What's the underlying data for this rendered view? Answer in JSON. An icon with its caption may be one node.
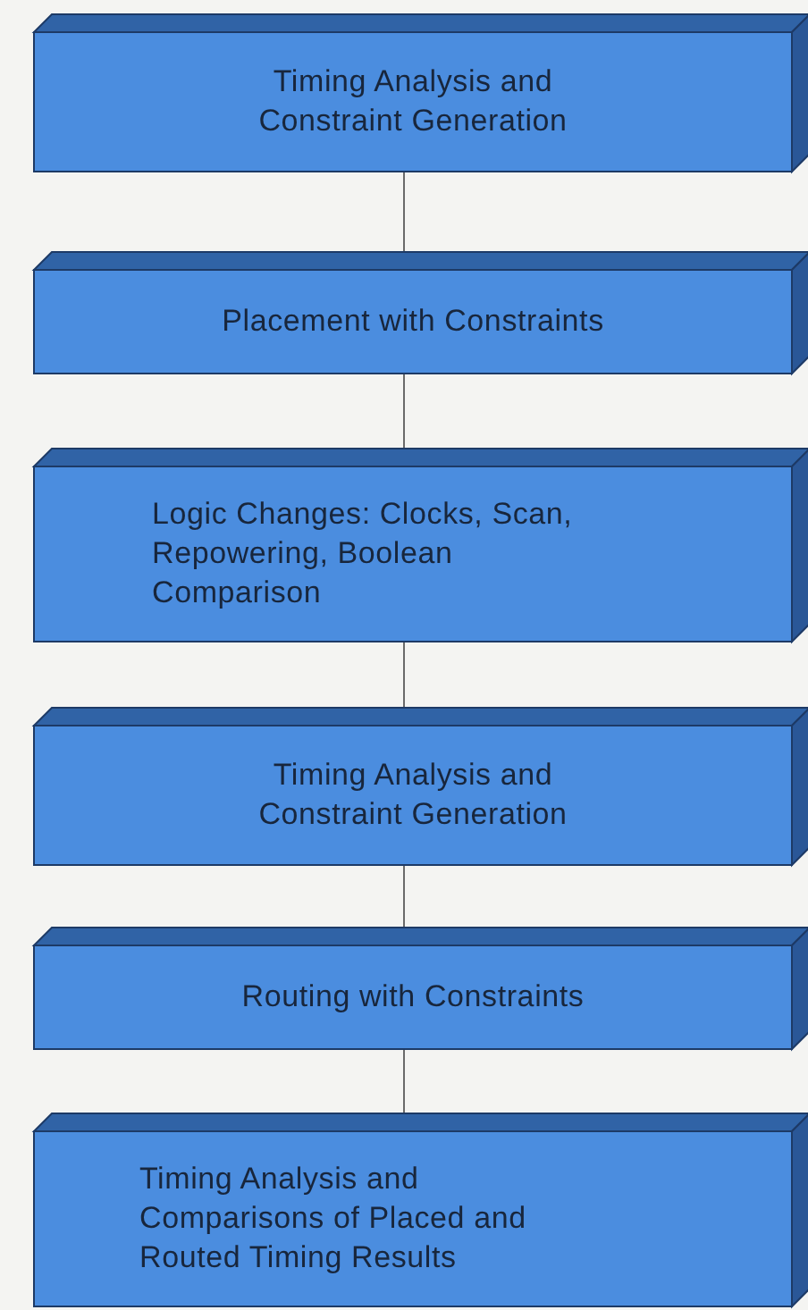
{
  "diagram": {
    "nodes": [
      {
        "text": [
          "Timing Analysis and Constraint Generation"
        ]
      },
      {
        "text": [
          "Placement with Constraints"
        ]
      },
      {
        "text": [
          "Logic Changes: Clocks, Scan, Repowering, Boolean Comparison"
        ]
      },
      {
        "text": [
          "Timing Analysis and Constraint Generation"
        ]
      },
      {
        "text": [
          "Routing with Constraints"
        ]
      },
      {
        "text": [
          "Timing Analysis and Comparisons of Placed and Routed Timing Results"
        ]
      }
    ],
    "edges": [
      {
        "from": 0,
        "to": 1,
        "arrow": "none"
      },
      {
        "from": 1,
        "to": 2,
        "arrow": "none"
      },
      {
        "from": 2,
        "to": 3,
        "arrow": "none"
      },
      {
        "from": 3,
        "to": 4,
        "arrow": "none"
      },
      {
        "from": 4,
        "to": 5,
        "arrow": "none"
      }
    ]
  }
}
